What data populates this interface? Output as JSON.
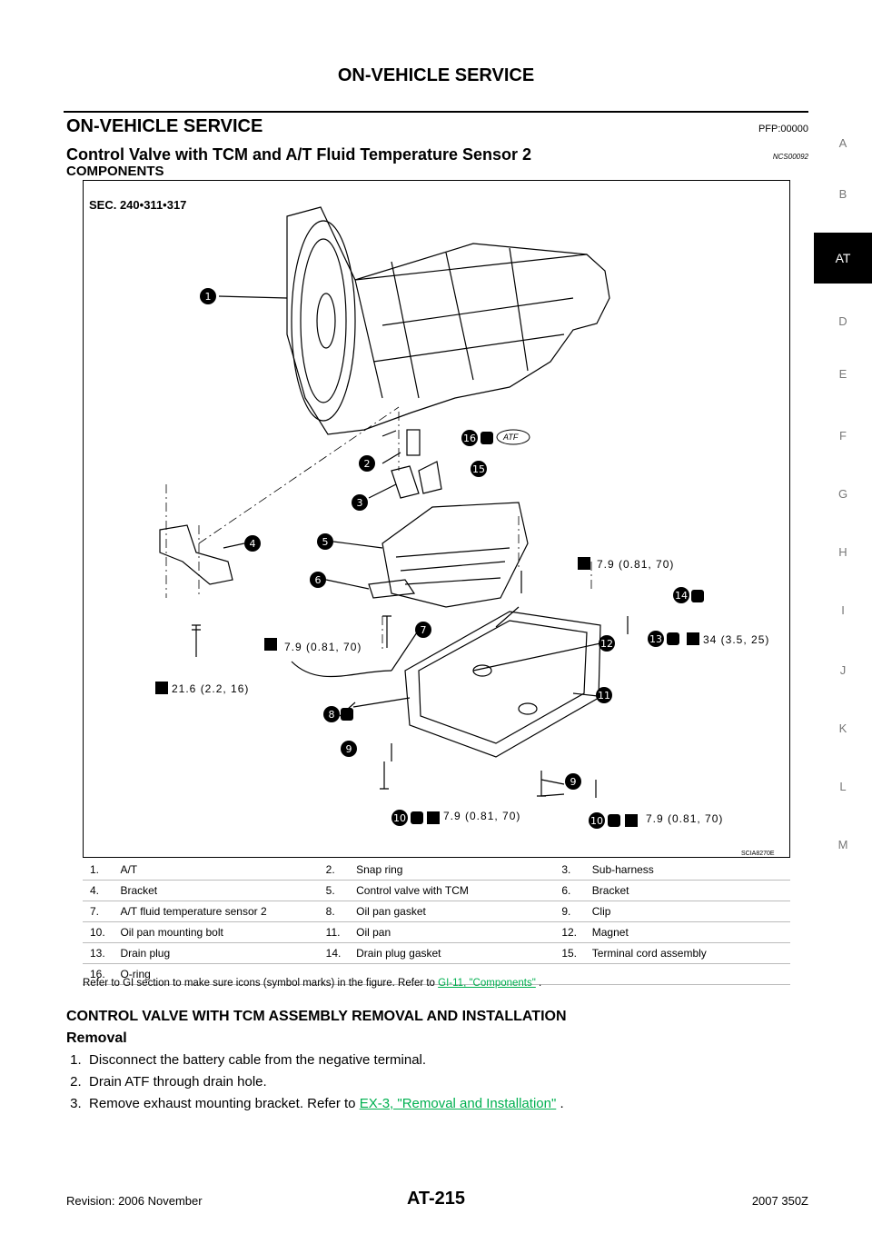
{
  "header": {
    "running_title": "ON-VEHICLE SERVICE"
  },
  "section": {
    "title": "ON-VEHICLE SERVICE",
    "pfp": "PFP:00000",
    "subtitle": "Control Valve with TCM and A/T Fluid Temperature Sensor 2",
    "ncs": "NCS00092",
    "components_heading": "COMPONENTS"
  },
  "figure": {
    "sec": "SEC. 240•311•317",
    "id": "SCIA8270E",
    "torque_labels": [
      "7.9 (0.81, 70)",
      "7.9 (0.81, 70)",
      "34 (3.5, 25)",
      "21.6 (2.2, 16)",
      "7.9 (0.81, 70)",
      "7.9 (0.81, 70)"
    ],
    "atf_label": "ATF"
  },
  "side_tabs": [
    "A",
    "B",
    "AT",
    "D",
    "E",
    "F",
    "G",
    "H",
    "I",
    "J",
    "K",
    "L",
    "M"
  ],
  "legend": [
    [
      [
        "1.",
        "A/T"
      ],
      [
        "2.",
        "Snap ring"
      ],
      [
        "3.",
        "Sub-harness"
      ]
    ],
    [
      [
        "4.",
        "Bracket"
      ],
      [
        "5.",
        "Control valve with TCM"
      ],
      [
        "6.",
        "Bracket"
      ]
    ],
    [
      [
        "7.",
        "A/T fluid temperature sensor 2"
      ],
      [
        "8.",
        "Oil pan gasket"
      ],
      [
        "9.",
        "Clip"
      ]
    ],
    [
      [
        "10.",
        "Oil pan mounting bolt"
      ],
      [
        "11.",
        "Oil pan"
      ],
      [
        "12.",
        "Magnet"
      ]
    ],
    [
      [
        "13.",
        "Drain plug"
      ],
      [
        "14.",
        "Drain plug gasket"
      ],
      [
        "15.",
        "Terminal cord assembly"
      ]
    ],
    [
      [
        "16.",
        "O-ring"
      ],
      [
        "",
        ""
      ],
      [
        "",
        ""
      ]
    ]
  ],
  "note": {
    "text": "Refer to GI section to make sure icons (symbol marks) in the figure. Refer to ",
    "link": "GI-11, \"Components\"",
    "end": " ."
  },
  "procedure": {
    "heading": "CONTROL VALVE WITH TCM ASSEMBLY REMOVAL AND INSTALLATION",
    "subheading": "Removal",
    "steps": [
      {
        "num": "1.",
        "text": "Disconnect the battery cable from the negative terminal."
      },
      {
        "num": "2.",
        "text": "Drain ATF through drain hole."
      },
      {
        "num": "3.",
        "text": "Remove exhaust mounting bracket. Refer to ",
        "link": "EX-3, \"Removal and Installation\"",
        "end": " ."
      }
    ]
  },
  "footer": {
    "left": "Revision: 2006 November",
    "center": "AT-215",
    "right": "2007 350Z"
  }
}
